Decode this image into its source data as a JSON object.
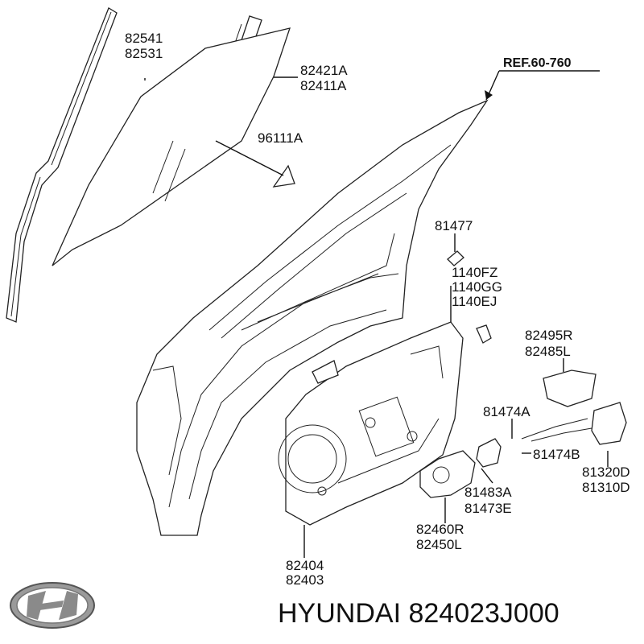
{
  "reference": "REF.60-760",
  "labels": {
    "glass_run": [
      "82541",
      "82531"
    ],
    "glass": [
      "82421A",
      "82411A"
    ],
    "antenna": [
      "96111A"
    ],
    "grommet": [
      "81477"
    ],
    "bolts": [
      "1140FZ",
      "1140GG",
      "1140EJ"
    ],
    "bracket": [
      "82495R",
      "82485L"
    ],
    "striker": [
      "81474A"
    ],
    "striker_b": [
      "81474B"
    ],
    "latch": [
      "81320D",
      "81310D"
    ],
    "handle": [
      "81483A",
      "81473E"
    ],
    "regulator": [
      "82460R",
      "82450L"
    ],
    "panel": [
      "82404",
      "82403"
    ]
  },
  "brand": {
    "text": "HYUNDAI 824023J000",
    "logo": "hyundai-logo"
  }
}
